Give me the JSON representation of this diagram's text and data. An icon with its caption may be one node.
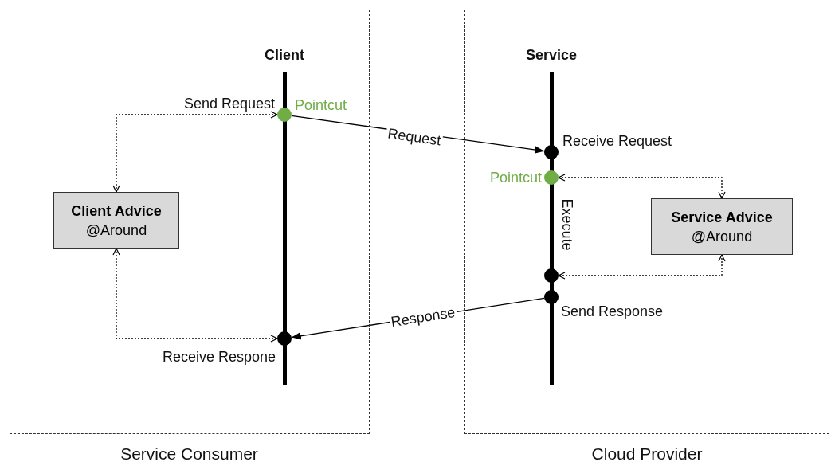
{
  "diagram": {
    "nodes": [
      {
        "text": [
          "Service Consumer"
        ]
      },
      {
        "text": [
          "Cloud Provider"
        ]
      },
      {
        "text": [
          "Client"
        ],
        "in": 0
      },
      {
        "text": [
          "Client Advice",
          "@Around"
        ],
        "in": 0
      },
      {
        "text": [],
        "shape": "circle",
        "beside": [
          "Send Request",
          "Pointcut"
        ],
        "in": 0
      },
      {
        "text": [],
        "shape": "circle",
        "beside": [
          "Receive Respone"
        ],
        "in": 0
      },
      {
        "text": [
          "Service"
        ],
        "in": 1
      },
      {
        "text": [],
        "shape": "circle",
        "beside": [
          "Receive Request"
        ],
        "in": 1
      },
      {
        "text": [],
        "shape": "circle",
        "beside": [
          "Pointcut"
        ],
        "in": 1
      },
      {
        "text": [],
        "shape": "circle",
        "in": 1
      },
      {
        "text": [],
        "shape": "circle",
        "beside": [
          "Send Response"
        ],
        "in": 1
      },
      {
        "text": [
          "Service Advice",
          "@Around"
        ],
        "in": 1
      }
    ],
    "edges": [
      {
        "from": 3,
        "to": 4,
        "arrow": "both",
        "style": "dashed"
      },
      {
        "from": 3,
        "to": 5,
        "arrow": "both",
        "style": "dashed"
      },
      {
        "from": 4,
        "to": 7,
        "arrow": "to",
        "label": "Request"
      },
      {
        "from": 8,
        "to": 11,
        "arrow": "both",
        "style": "dashed"
      },
      {
        "from": 11,
        "to": 9,
        "arrow": "both",
        "style": "dashed"
      },
      {
        "from": 10,
        "to": 5,
        "arrow": "to",
        "label": "Response"
      }
    ],
    "labels": [
      "Execute"
    ]
  }
}
